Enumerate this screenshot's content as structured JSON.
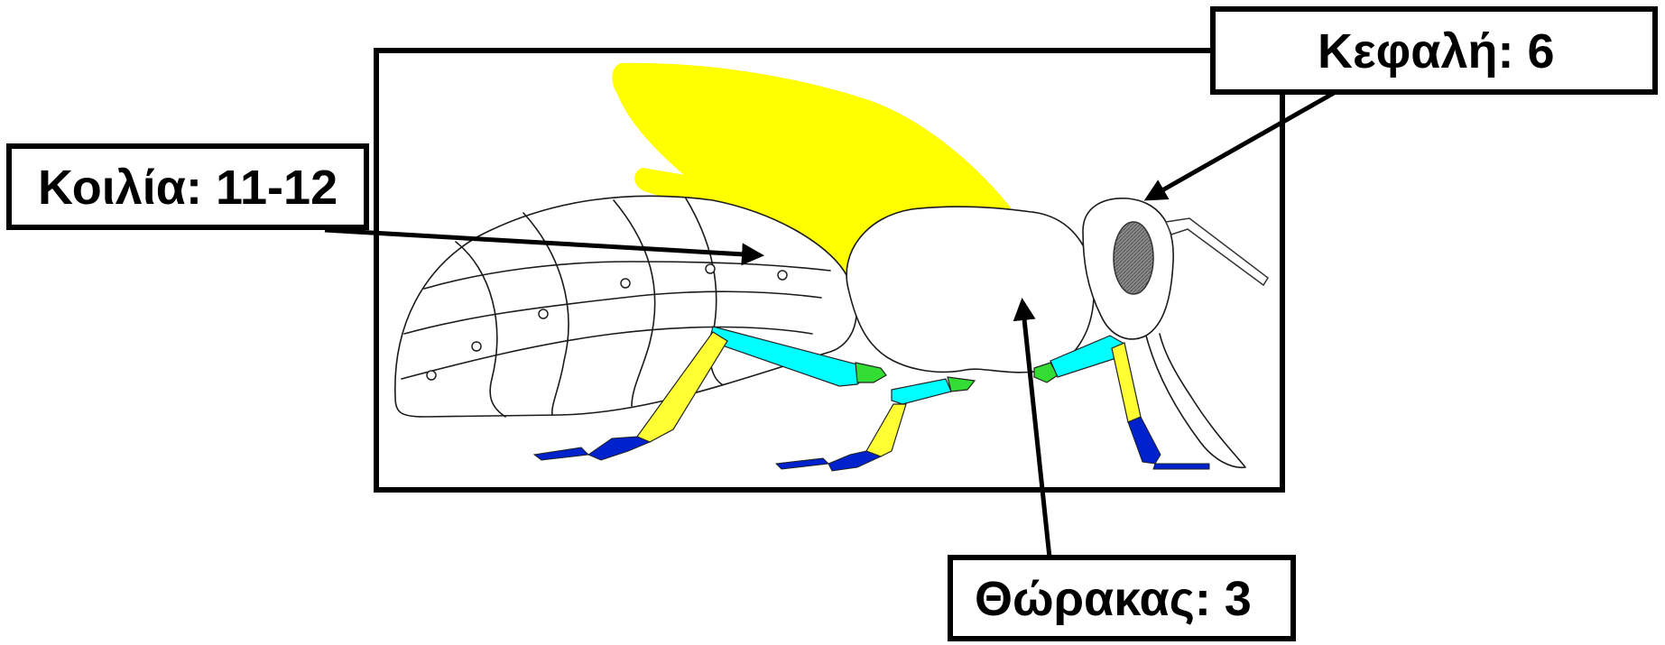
{
  "labels": {
    "head": "Κεφαλή: 6",
    "abdomen": "Κοιλία: 11-12",
    "thorax": "Θώρακας: 3"
  },
  "colors": {
    "wing": "#ffff00",
    "leg_upper": "#ffff33",
    "leg_mid": "#00ffff",
    "leg_joint": "#33dd33",
    "leg_foot": "#0022cc",
    "eye": "#777777",
    "frame": "#000000"
  }
}
